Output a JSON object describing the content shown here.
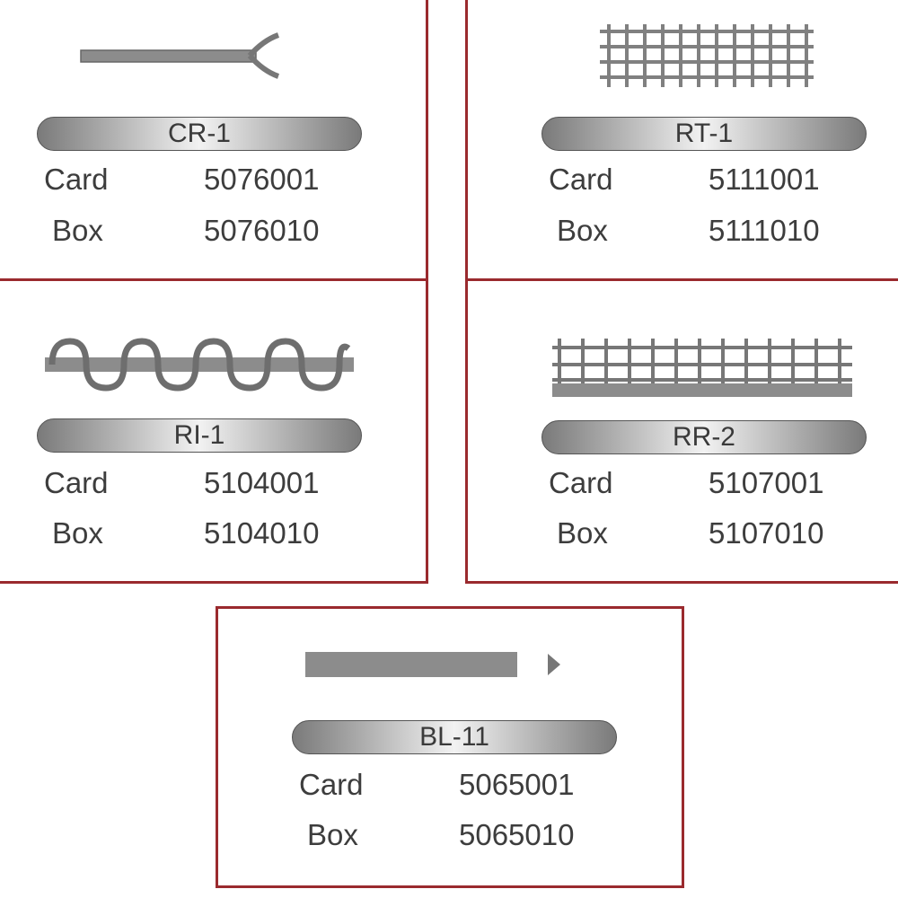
{
  "products": [
    {
      "code": "CR-1",
      "illustration": "forked-rod-icon",
      "card_label": "Card",
      "card": "5076001",
      "box_label": "Box",
      "box": "5076010"
    },
    {
      "code": "RT-1",
      "illustration": "mesh-grid-icon",
      "card_label": "Card",
      "card": "5111001",
      "box_label": "Box",
      "box": "5111010"
    },
    {
      "code": "RI-1",
      "illustration": "loop-chain-icon",
      "card_label": "Card",
      "card": "5104001",
      "box_label": "Box",
      "box": "5104010"
    },
    {
      "code": "RR-2",
      "illustration": "comb-grid-icon",
      "card_label": "Card",
      "card": "5107001",
      "box_label": "Box",
      "box": "5107010"
    },
    {
      "code": "BL-11",
      "illustration": "blade-bar-icon",
      "card_label": "Card",
      "card": "5065001",
      "box_label": "Box",
      "box": "5065010"
    }
  ],
  "colors": {
    "border": "#9a2a2e",
    "text": "#3d3d3d",
    "illustration": "#8c8c8c"
  }
}
